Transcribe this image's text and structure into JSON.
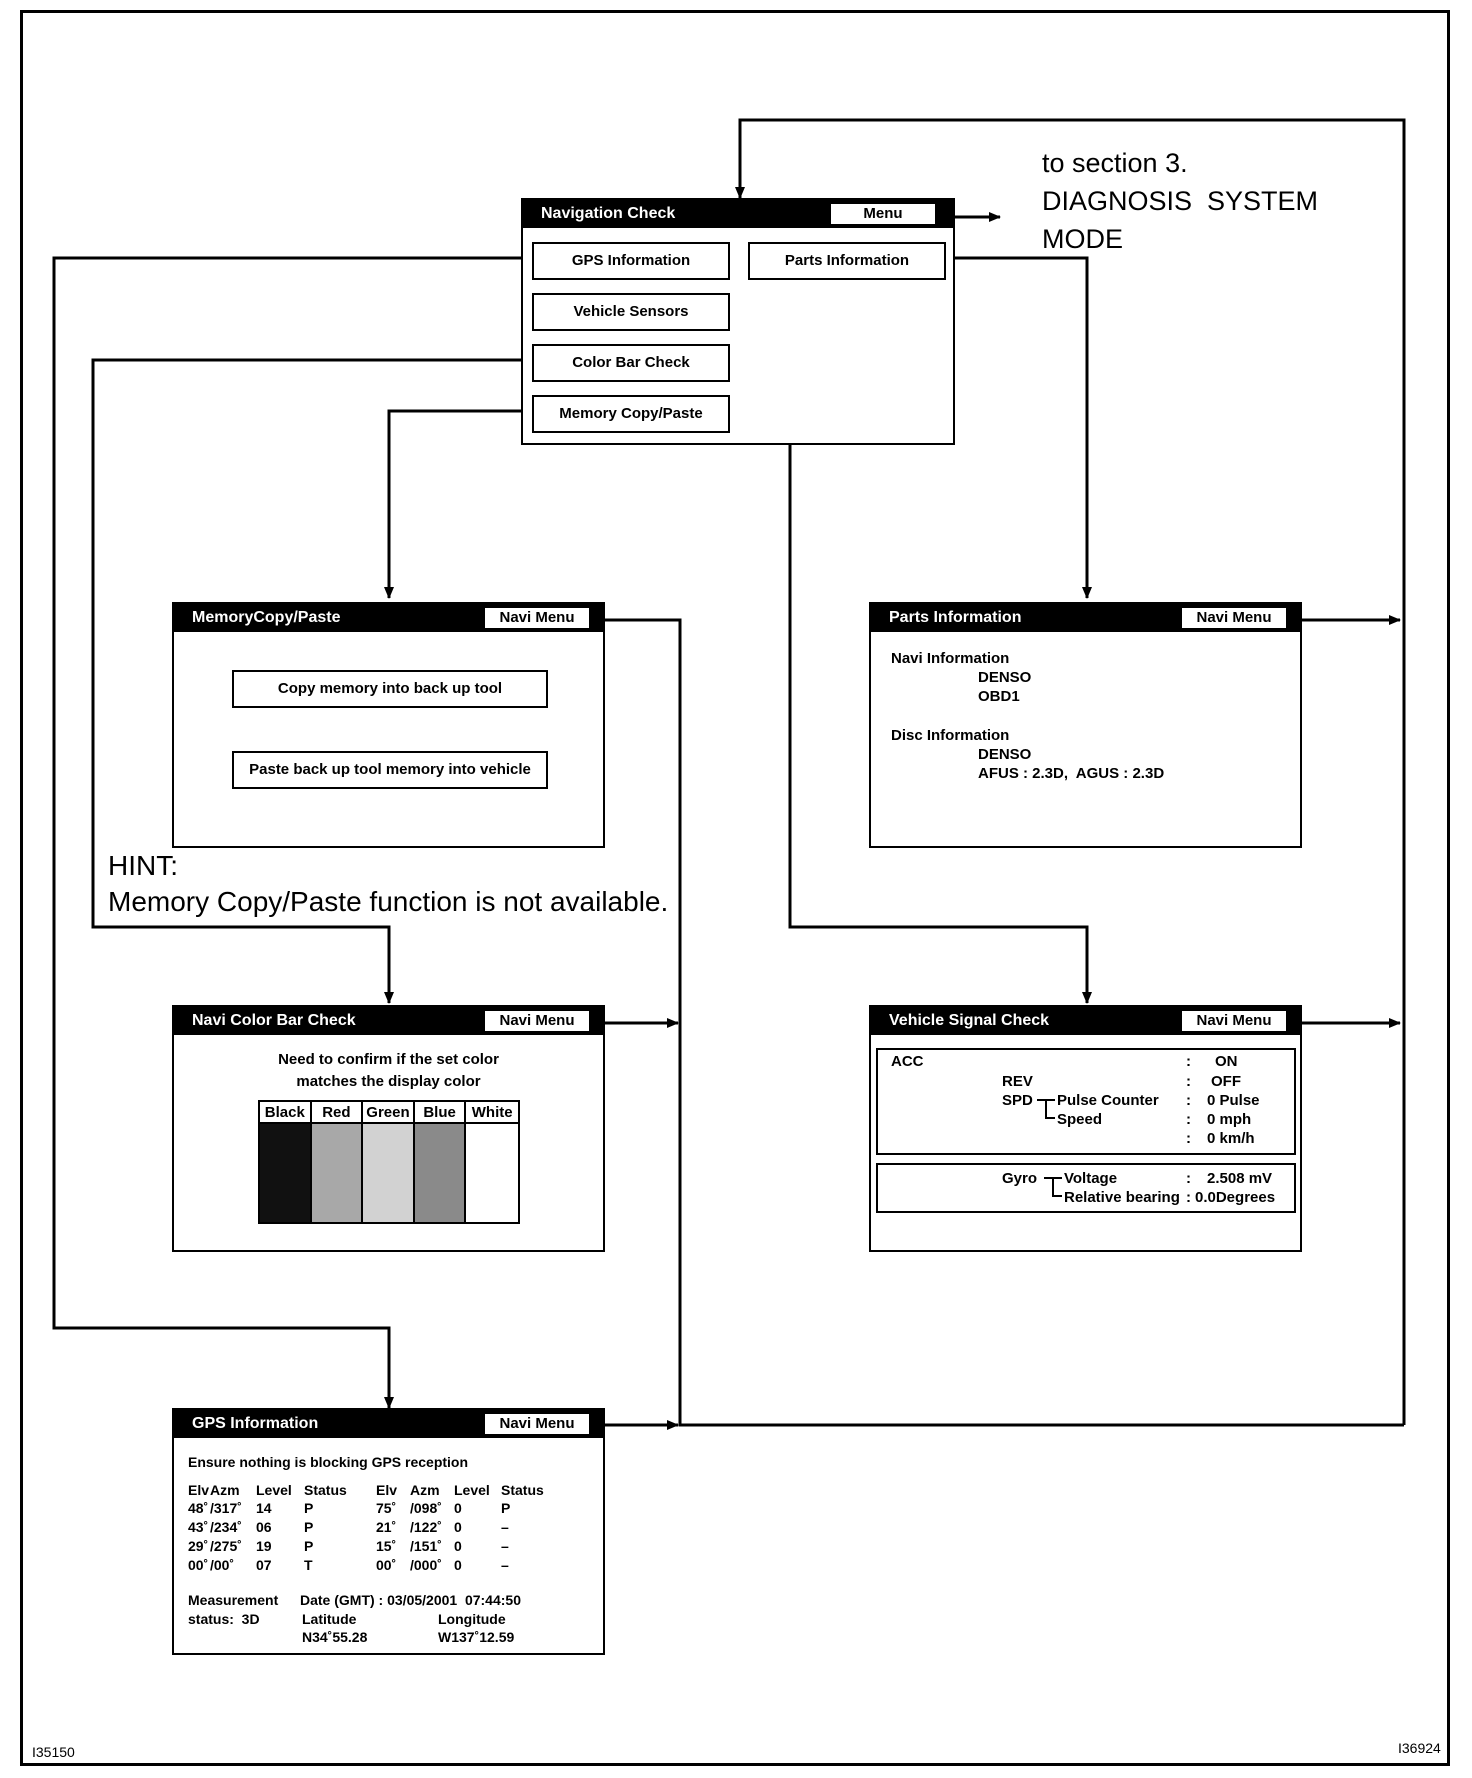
{
  "nav_check": {
    "title": "Navigation Check",
    "menu_button": "Menu",
    "buttons": {
      "gps": "GPS Information",
      "parts": "Parts Information",
      "sensors": "Vehicle Sensors",
      "colorbar": "Color Bar Check",
      "memory": "Memory Copy/Paste"
    }
  },
  "menu_target": {
    "line1": "to section 3.",
    "line2": "DIAGNOSIS  SYSTEM",
    "line3": "MODE"
  },
  "memory": {
    "title": "MemoryCopy/Paste",
    "navi_menu": "Navi Menu",
    "copy_button": "Copy memory into back up tool",
    "paste_button": "Paste back up tool memory into vehicle"
  },
  "hint": {
    "label": "HINT:",
    "text": "Memory Copy/Paste function is not available."
  },
  "parts": {
    "title": "Parts Information",
    "navi_menu": "Navi Menu",
    "navi_info_label": "Navi Information",
    "navi_maker": "DENSO",
    "navi_model": "OBD1",
    "disc_info_label": "Disc Information",
    "disc_maker": "DENSO",
    "disc_version": "AFUS : 2.3D,  AGUS : 2.3D"
  },
  "colorbar": {
    "title": "Navi Color Bar Check",
    "navi_menu": "Navi Menu",
    "instruction_1": "Need to confirm if the set color",
    "instruction_2": "matches the display color",
    "columns": [
      {
        "label": "Black",
        "color": "#111111"
      },
      {
        "label": "Red",
        "color": "#a8a8a8"
      },
      {
        "label": "Green",
        "color": "#d2d2d2"
      },
      {
        "label": "Blue",
        "color": "#8a8a8a"
      },
      {
        "label": "White",
        "color": "#ffffff"
      }
    ]
  },
  "signal": {
    "title": "Vehicle Signal Check",
    "navi_menu": "Navi Menu",
    "acc_label": "ACC",
    "acc_value": "ON",
    "rev_label": "REV",
    "rev_value": "OFF",
    "spd_label": "SPD",
    "pulse_counter_label": "Pulse Counter",
    "pulse_value": "0 Pulse",
    "speed_label": "Speed",
    "speed_mph": "0 mph",
    "speed_kmh": "0 km/h",
    "gyro_label": "Gyro",
    "voltage_label": "Voltage",
    "voltage_value": "2.508 mV",
    "bearing_label": "Relative bearing",
    "bearing_value": "0.0Degrees",
    "colon": ":"
  },
  "gps": {
    "title": "GPS Information",
    "navi_menu": "Navi Menu",
    "notice": "Ensure nothing is blocking GPS reception",
    "headers": [
      "Elv",
      "Azm",
      "Level",
      "Status",
      "Elv",
      "Azm",
      "Level",
      "Status"
    ],
    "rows": [
      [
        "48˚",
        "/317˚",
        "14",
        "P",
        "75˚",
        "/098˚",
        "0",
        "P"
      ],
      [
        "43˚",
        "/234˚",
        "06",
        "P",
        "21˚",
        "/122˚",
        "0",
        "–"
      ],
      [
        "29˚",
        "/275˚",
        "19",
        "P",
        "15˚",
        "/151˚",
        "0",
        "–"
      ],
      [
        "00˚",
        "/00˚",
        "07",
        "T",
        "00˚",
        "/000˚",
        "0",
        "–"
      ]
    ],
    "measurement_label": "Measurement",
    "status_label": "status:  3D",
    "date_label": "Date (GMT) : 03/05/2001  07:44:50",
    "latitude_label": "Latitude",
    "latitude_value": "N34˚55.28",
    "longitude_label": "Longitude",
    "longitude_value": "W137˚12.59"
  },
  "figure_ids": {
    "left": "I35150",
    "right": "I36924"
  }
}
